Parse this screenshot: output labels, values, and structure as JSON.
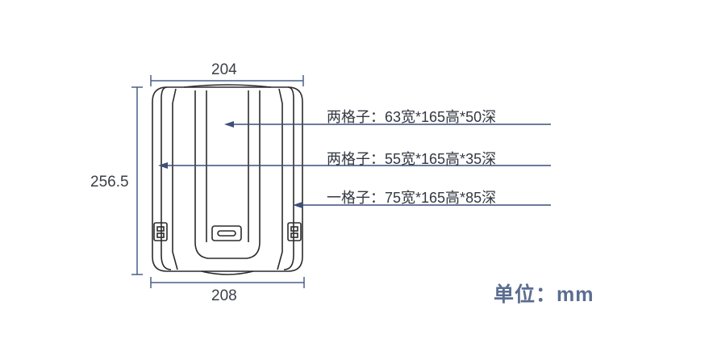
{
  "dimensions": {
    "top_width": "204",
    "bottom_width": "208",
    "height": "256.5"
  },
  "callouts": [
    {
      "text": "两格子：63宽*165高*50深"
    },
    {
      "text": "两格子：55宽*165高*35深"
    },
    {
      "text": "一格子：75宽*165高*85深"
    }
  ],
  "unit_label": "单位：mm",
  "colors": {
    "dimension_line": "#4a5f8a",
    "callout_line": "#3d4f7a",
    "outline": "#2b2b2b",
    "unit_text": "#5b6d90"
  }
}
